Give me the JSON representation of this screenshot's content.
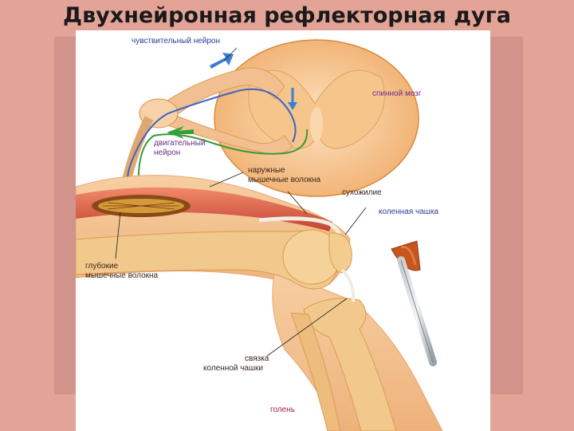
{
  "title": "Двухнейронная рефлекторная дуга",
  "labels": {
    "sensory_neuron": "чувствительный нейрон",
    "spinal_cord": "спинной мозг",
    "motor_neuron_line1": "двигательный",
    "motor_neuron_line2": "нейрон",
    "outer_fibers_line1": "наружные",
    "outer_fibers_line2": "мышечные волокна",
    "tendon": "сухожилие",
    "kneecap": "коленная чашка",
    "deep_fibers_line1": "глубокие",
    "deep_fibers_line2": "мышечные волокна",
    "ligament_line1": "связка",
    "ligament_line2": "коленной чашки",
    "shin": "голень"
  },
  "colors": {
    "sensory": "#3f63c4",
    "motor": "#3a9a3a",
    "arrow_sensory": "#3b7fd6",
    "arrow_motor": "#33a03a",
    "skin": "#f3c89a",
    "muscle": "#d9573f",
    "bone": "#f0c07a"
  }
}
